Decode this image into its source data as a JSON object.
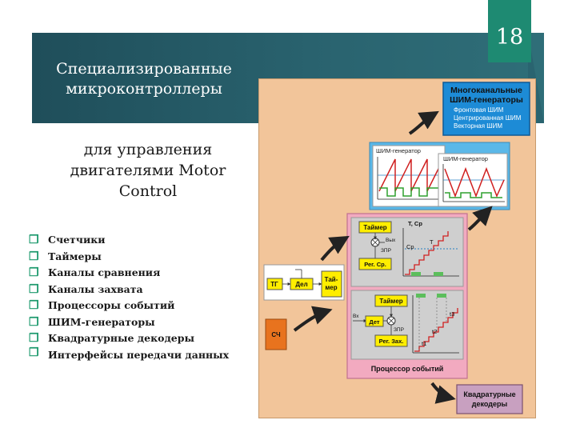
{
  "slide": {
    "number": "18",
    "title": "Специализированные микроконтроллеры",
    "subtitle": "для управления двигателями Motor Control",
    "bullets": [
      "Счетчики",
      "Таймеры",
      "Каналы сравнения",
      "Каналы захвата",
      "Процессоры событий",
      "ШИМ-генераторы",
      "Квадратурные декодеры",
      "Интерфейсы передачи данных"
    ]
  },
  "diagram": {
    "pwm_box": {
      "title_line1": "Многоканальные",
      "title_line2": "ШИМ-генераторы",
      "items": [
        "Фронтовая ШИМ",
        "Центрированная ШИМ",
        "Векторная ШИМ"
      ]
    },
    "pwm_chart_1_label": "ШИМ-генератор",
    "pwm_chart_2_label": "ШИМ-генератор",
    "timer_section": {
      "timer": "Таймер",
      "axis": "T, Cp",
      "out": "Вых",
      "zpr": "ЗПР",
      "cp": "Cp",
      "t": "T",
      "reg": "Рег. Ср."
    },
    "left_blocks": {
      "tg": "ТГ",
      "del": "Дел",
      "timer_line1": "Тай-",
      "timer_line2": "мер",
      "sch": "СЧ"
    },
    "capture_section": {
      "timer": "Таймер",
      "in": "Вх",
      "det": "Дет",
      "zpr": "ЗПР",
      "reg": "Рег. Зах.",
      "t1": "t1",
      "t2": "t2",
      "t3": "t3"
    },
    "event_processor": "Процессор событий",
    "quad_decoder_line1": "Квадратурные",
    "quad_decoder_line2": "декодеры",
    "colors": {
      "cyan": "#5bb8e8",
      "pink": "#f2aac0",
      "yellow": "#ffee00",
      "gray": "#cfcfcf",
      "green": "#5cbe5c",
      "orange": "#e8731e",
      "blue_box": "#1d8bd6",
      "quad_box": "#c8a0c0"
    }
  }
}
